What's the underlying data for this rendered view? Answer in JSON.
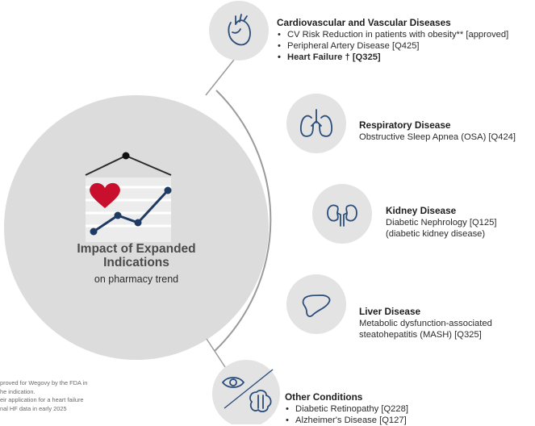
{
  "center": {
    "title": "Impact of Expanded Indications",
    "subtitle": "on pharmacy trend"
  },
  "groups": {
    "cardio": {
      "title": "Cardiovascular and Vascular Diseases",
      "items": [
        "CV Risk Reduction in patients with obesity** [approved]",
        "Peripheral Artery Disease [Q425]",
        "Heart Failure † [Q325]"
      ],
      "icon": "heart-icon"
    },
    "respiratory": {
      "title": "Respiratory Disease",
      "line1": "Obstructive Sleep Apnea (OSA) [Q424]",
      "icon": "lungs-icon"
    },
    "kidney": {
      "title": "Kidney Disease",
      "line1": "Diabetic Nephrology [Q125]",
      "line2": "(diabetic kidney disease)",
      "icon": "kidneys-icon"
    },
    "liver": {
      "title": "Liver Disease",
      "line1": "Metabolic dysfunction-associated",
      "line2": "steatohepatitis (MASH) [Q325]",
      "icon": "liver-icon"
    },
    "other": {
      "title": "Other Conditions",
      "items": [
        "Diabetic Retinopathy [Q228]",
        "Alzheimer's Disease [Q127]"
      ],
      "icons": [
        "eye-icon",
        "brain-icon"
      ]
    }
  },
  "footnotes": [
    "proved for Wegovy by the FDA in",
    "he indication.",
    "eir application for a heart failure",
    "nal HF data in early 2025"
  ],
  "colors": {
    "icon_blue": "#2a4d7a",
    "chart_navy": "#1f3a63",
    "heart_red": "#c8102e",
    "ring_gray": "#dcdcdd"
  }
}
